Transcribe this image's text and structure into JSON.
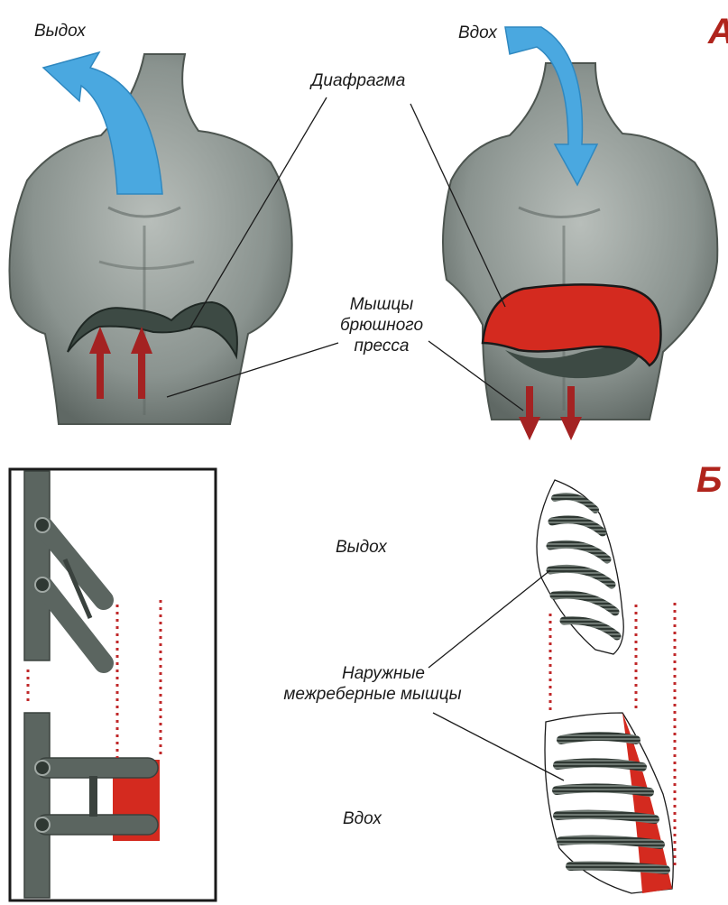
{
  "section_a": {
    "letter": "А",
    "exhale_label": "Выдох",
    "inhale_label": "Вдох",
    "diaphragm_label": "Диафрагма",
    "abdominal_label_line1": "Мышцы",
    "abdominal_label_line2": "брюшного",
    "abdominal_label_line3": "пресса"
  },
  "section_b": {
    "letter": "Б",
    "exhale_label": "Выдох",
    "inhale_label": "Вдох",
    "intercostal_label_line1": "Наружные",
    "intercostal_label_line2": "межреберные мышцы"
  },
  "colors": {
    "arrow_blue": "#4aa8e0",
    "muscle_red": "#d42a1f",
    "arrow_dark_red": "#a42222",
    "dotted_red": "#c0282a",
    "diaphragm_dark": "#3d4a44",
    "body_gray": "#8e9793",
    "rib_dark": "#2f3833",
    "lever_gray": "#5b6560"
  }
}
